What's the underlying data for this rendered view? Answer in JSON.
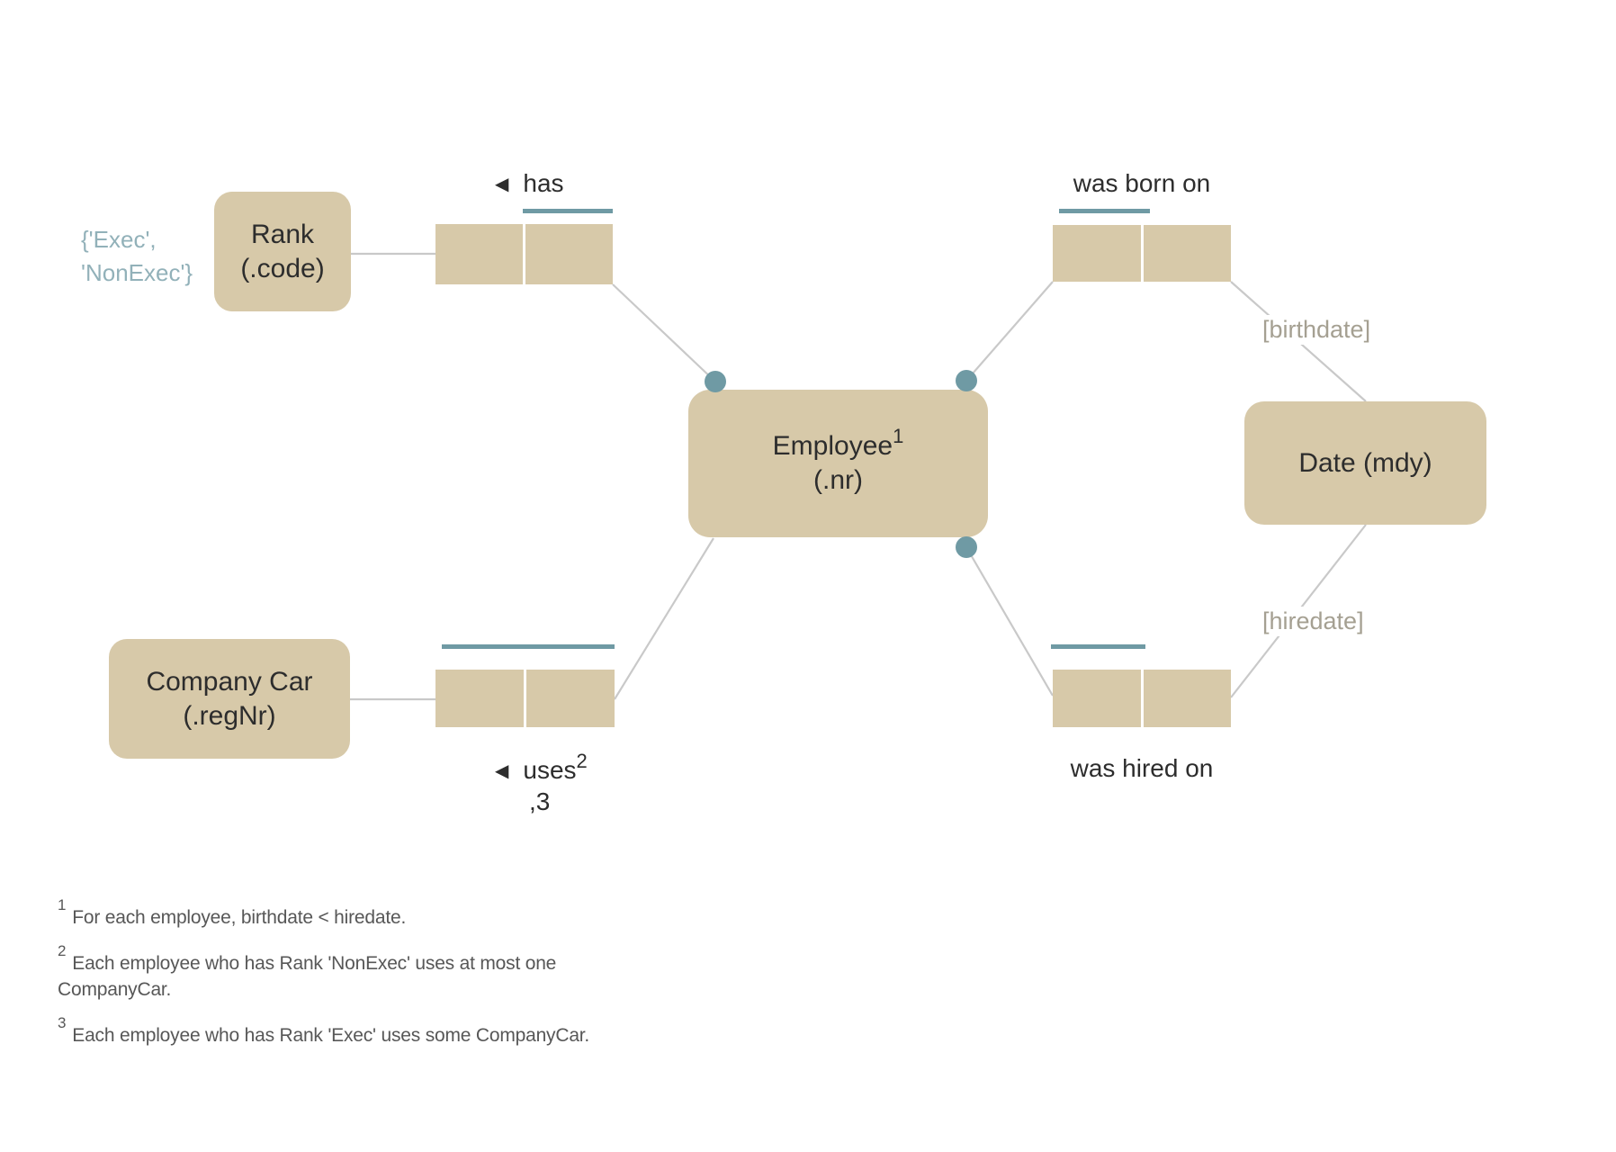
{
  "entities": {
    "rank": {
      "name": "Rank",
      "ref": "(.code)"
    },
    "employee": {
      "name": "Employee",
      "sup": "1",
      "ref": "(.nr)"
    },
    "company_car": {
      "name": "Company Car",
      "ref": "(.regNr)"
    },
    "date": {
      "name": "Date (mdy)"
    }
  },
  "value_constraint": {
    "line1": "{'Exec',",
    "line2": "'NonExec'}"
  },
  "fact_labels": {
    "has": {
      "arrow": "◀",
      "text": "has"
    },
    "was_born_on": {
      "text": "was born on"
    },
    "was_hired_on": {
      "text": "was hired on"
    },
    "uses": {
      "arrow": "◀",
      "text": "uses",
      "sup": "2",
      "line2": ",3"
    }
  },
  "role_labels": {
    "birthdate": "[birthdate]",
    "hiredate": "[hiredate]"
  },
  "footnotes": [
    {
      "sup": "1",
      "lines": [
        "For each employee, birthdate < hiredate."
      ]
    },
    {
      "sup": "2",
      "lines": [
        "Each employee who has Rank 'NonExec' uses at most one",
        "CompanyCar."
      ]
    },
    {
      "sup": "3",
      "lines": [
        "Each employee who has Rank 'Exec' uses some CompanyCar."
      ]
    }
  ],
  "colors": {
    "entity_fill": "#d7c9a9",
    "constraint_teal": "#6f9aa4",
    "connector_gray": "#c9c9c9",
    "value_constraint_text": "#92b1b9",
    "role_label_text": "#a5a092",
    "diagram_text": "#2d2d2d",
    "footnote_text": "#575757"
  }
}
